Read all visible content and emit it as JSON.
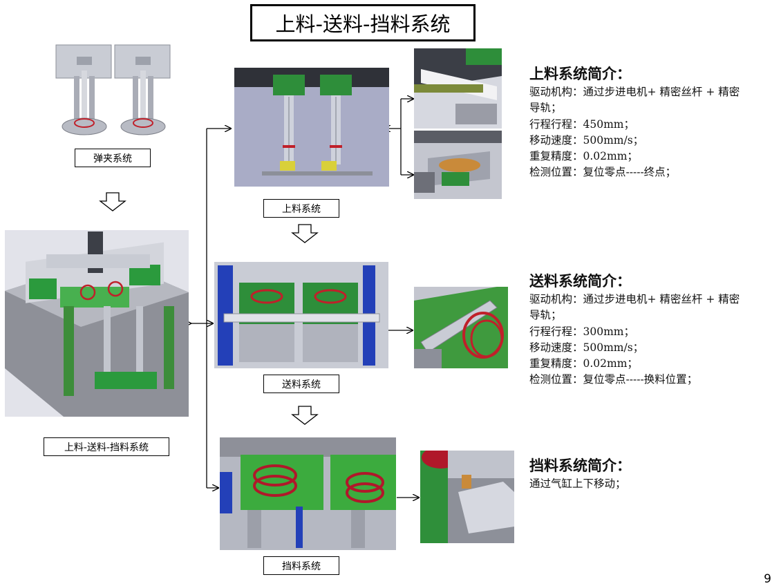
{
  "title": "上料-送料-挡料系统",
  "labels": {
    "clip": "弹夹系统",
    "loading": "上料系统",
    "feeding": "送料系统",
    "stop": "挡料系统",
    "overall": "上料-送料-挡料系统"
  },
  "loading_intro": {
    "heading": "上料系统简介：",
    "lines": [
      "驱动机构：通过步进电机+ 精密丝杆 + 精密",
      "导轨；",
      "行程行程：450mm；",
      "移动速度：500mm/s；",
      "重复精度：0.02mm；",
      "检测位置：复位零点-----终点；"
    ]
  },
  "feeding_intro": {
    "heading": "送料系统简介：",
    "lines": [
      "驱动机构：通过步进电机+ 精密丝杆 + 精密",
      "导轨；",
      "行程行程：300mm；",
      "移动速度：500mm/s；",
      "重复精度：0.02mm；",
      "检测位置：复位零点-----换料位置；"
    ]
  },
  "stop_intro": {
    "heading": "挡料系统简介：",
    "lines": [
      "通过气缸上下移动；"
    ]
  },
  "page_number": "9"
}
